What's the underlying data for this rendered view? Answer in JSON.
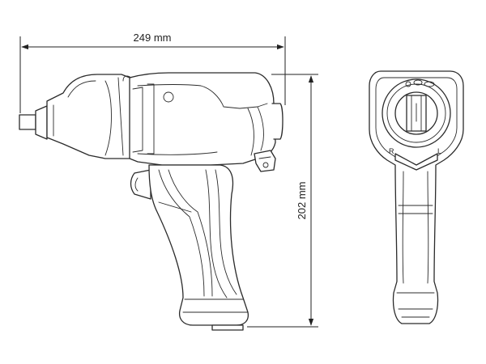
{
  "dimensions": {
    "length": "249 mm",
    "height": "202 mm"
  },
  "direction_marks": {
    "reverse": "R",
    "forward": "L"
  },
  "icons": [
    "impact-wrench-side-view",
    "impact-wrench-rear-view",
    "arrowhead-icon"
  ]
}
